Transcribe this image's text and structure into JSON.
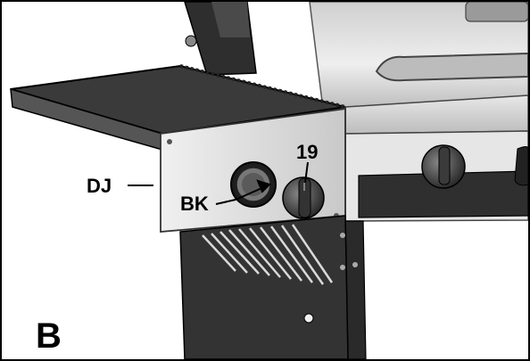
{
  "figure": {
    "panel_letter": "B",
    "callouts": {
      "left_shelf": "DJ",
      "gauge": "BK",
      "knob": "19"
    }
  },
  "colors": {
    "ink": "#000000",
    "dark_panel": "#3a3a3a",
    "mid_gray": "#7a7a7a",
    "light_metal": "#d8d8d8",
    "highlight": "#f2f2f2"
  },
  "icons": {
    "grill_knob": "grill-knob-icon",
    "temperature_gauge": "temperature-gauge-icon"
  }
}
